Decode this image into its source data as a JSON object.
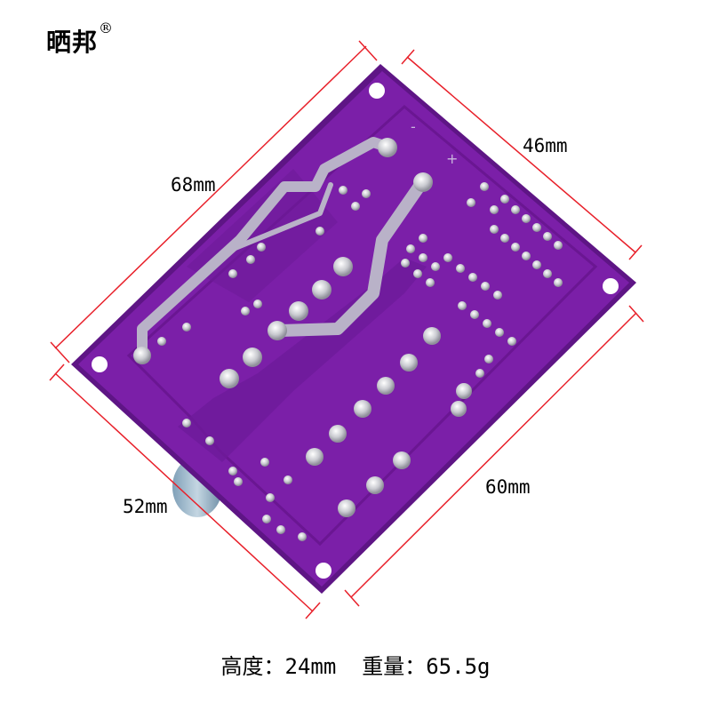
{
  "brand": {
    "name": "晒邦",
    "mark": "®"
  },
  "dimensions": {
    "top_left": "68mm",
    "top_right": "46mm",
    "bottom_left": "52mm",
    "bottom_right": "60mm"
  },
  "pcb_labels": {
    "negative": "-",
    "positive": "+"
  },
  "specs": {
    "height_label": "高度：",
    "height_value": "24mm",
    "weight_label": "重量：",
    "weight_value": "65.5g"
  },
  "colors": {
    "board": "#7b1fa8",
    "board_edge": "#5e1585",
    "solder": "#cfd0d6",
    "dimension_line": "#e8202a"
  }
}
